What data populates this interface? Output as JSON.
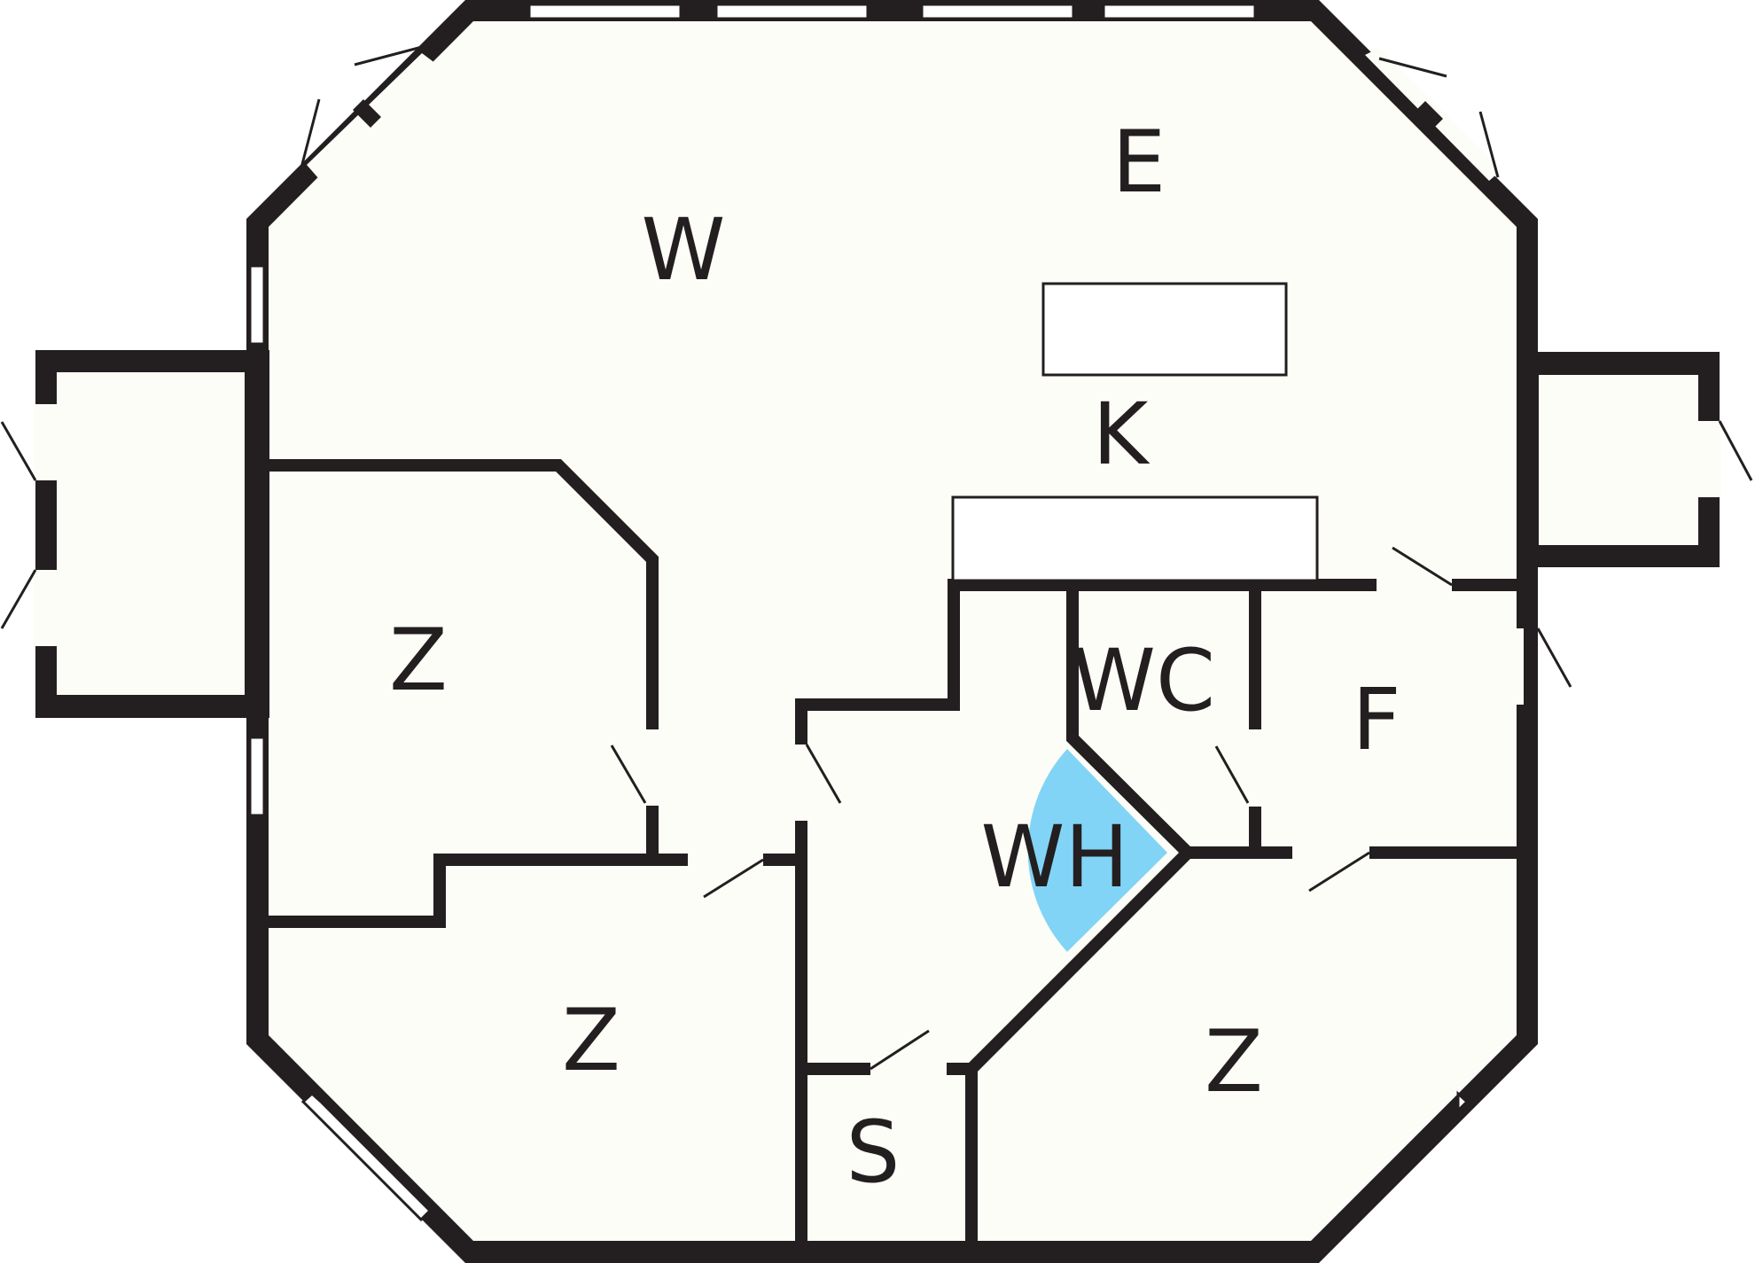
{
  "plan": {
    "floor_color": "#fdfdf7",
    "wall_color": "#231f20",
    "highlight_color": "#81d4f6",
    "rooms": [
      {
        "key": "living",
        "label": "W"
      },
      {
        "key": "dining",
        "label": "E"
      },
      {
        "key": "kitchen",
        "label": "K"
      },
      {
        "key": "bedroom_1",
        "label": "Z"
      },
      {
        "key": "bedroom_2",
        "label": "Z"
      },
      {
        "key": "bedroom_3",
        "label": "Z"
      },
      {
        "key": "toilet",
        "label": "WC"
      },
      {
        "key": "bathroom",
        "label": "F"
      },
      {
        "key": "utility",
        "label": "WH"
      },
      {
        "key": "storage",
        "label": "S"
      }
    ]
  }
}
